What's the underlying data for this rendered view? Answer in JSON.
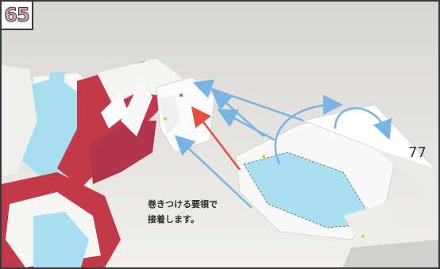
{
  "step": {
    "number": "65"
  },
  "part_label": "77",
  "instruction": {
    "line1": "巻きつける要領で",
    "line2": "接着します。"
  },
  "colors": {
    "arrow_blue": "#7ab4e3",
    "arrow_red": "#e0503f",
    "paper_red": "#c23a4a",
    "paper_cyan": "#a9dff0"
  }
}
